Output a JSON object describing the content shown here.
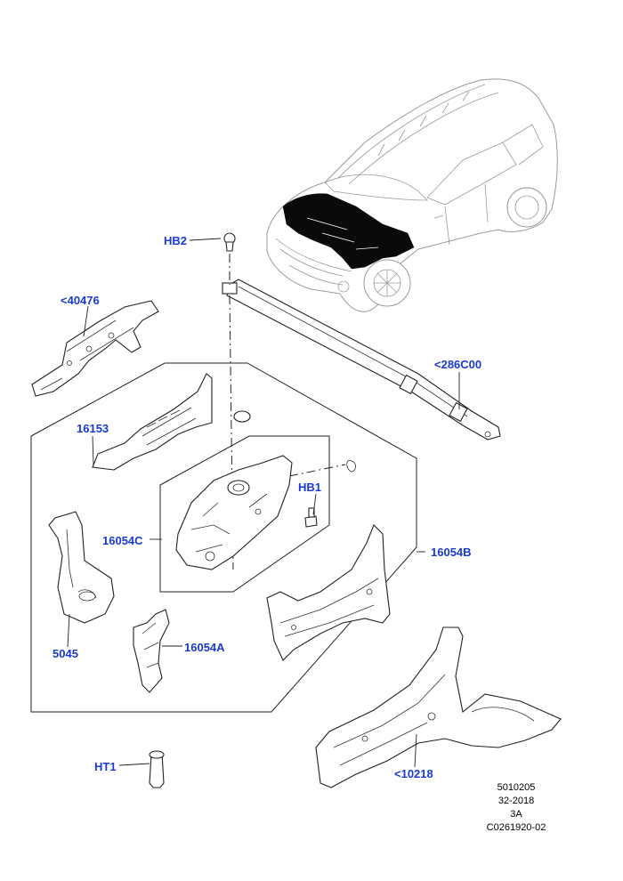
{
  "diagram": {
    "callouts": {
      "hb2": "HB2",
      "c40476": "<40476",
      "c286c00": "<286C00",
      "c16153": "16153",
      "hb1": "HB1",
      "c16054c": "16054C",
      "c16054b": "16054B",
      "c16054a": "16054A",
      "c5045": "5045",
      "ht1": "HT1",
      "c10218": "<10218"
    },
    "reference": {
      "line1": "5010205",
      "line2": "32-2018",
      "line3": "3A",
      "line4": "C0261920-02"
    },
    "colors": {
      "callout": "#1a3ad0",
      "line": "#222222",
      "vehicle_outline": "#9a9a9a",
      "highlight": "#0a0a0a"
    }
  }
}
